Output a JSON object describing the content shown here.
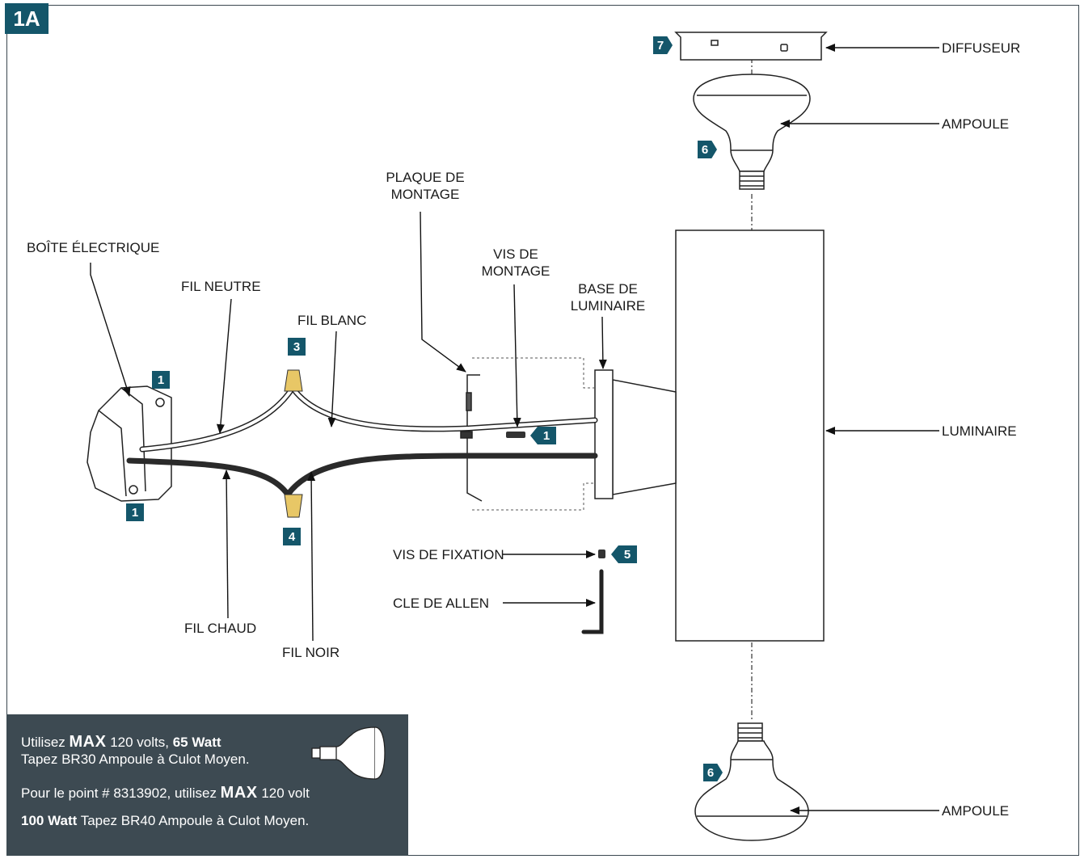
{
  "figure_label": "1A",
  "labels": {
    "diffuseur": "DIFFUSEUR",
    "ampoule_top": "AMPOULE",
    "plaque_1": "PLAQUE DE",
    "plaque_2": "MONTAGE",
    "boite": "BOÎTE ÉLECTRIQUE",
    "fil_neutre": "FIL NEUTRE",
    "vis_montage_1": "VIS DE",
    "vis_montage_2": "MONTAGE",
    "base_1": "BASE DE",
    "base_2": "LUMINAIRE",
    "fil_blanc": "FIL BLANC",
    "luminaire": "LUMINAIRE",
    "vis_fixation": "VIS DE FIXATION",
    "cle_allen": "CLE DE ALLEN",
    "fil_chaud": "FIL CHAUD",
    "fil_noir": "FIL NOIR",
    "ampoule_bottom": "AMPOULE"
  },
  "steps": {
    "s1_box_top": "1",
    "s1_box_bottom": "1",
    "s1_screw": "1",
    "s3": "3",
    "s4": "4",
    "s5": "5",
    "s6_top": "6",
    "s6_bottom": "6",
    "s7": "7"
  },
  "note": {
    "l1_a": "Utilisez ",
    "l1_b": "MAX",
    "l1_c": " 120 volts, ",
    "l1_d": "65 Watt",
    "l2": "Tapez BR30 Ampoule à Culot Moyen.",
    "l3_a": "Pour le point # 8313902, utilisez ",
    "l3_b": "MAX",
    "l3_c": " 120 volt",
    "l4_a": "100 Watt",
    "l4_b": " Tapez BR40 Ampoule à Culot Moyen."
  },
  "colors": {
    "badge": "#14566a",
    "note_bg": "#3d4a52",
    "wire_black": "#2a2a2a",
    "wire_nut": "#e8c766"
  }
}
